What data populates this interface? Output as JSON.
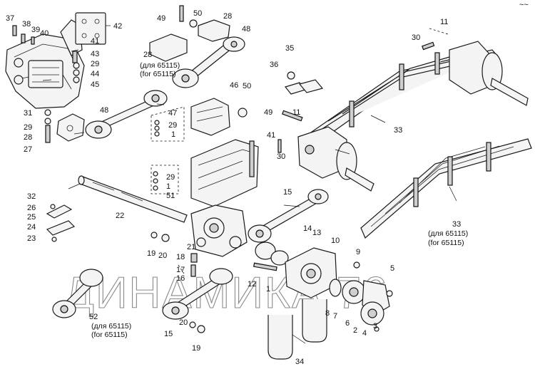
{
  "watermark": "ДИНАМИКА 76",
  "top_right_mark": "~~",
  "labels": [
    {
      "id": "n37",
      "text": "37"
    },
    {
      "id": "n38",
      "text": "38"
    },
    {
      "id": "n39",
      "text": "39"
    },
    {
      "id": "n40",
      "text": "40"
    },
    {
      "id": "n42",
      "text": "42"
    },
    {
      "id": "n41a",
      "text": "41"
    },
    {
      "id": "n43",
      "text": "43"
    },
    {
      "id": "n29a",
      "text": "29"
    },
    {
      "id": "n44",
      "text": "44"
    },
    {
      "id": "n45",
      "text": "45"
    },
    {
      "id": "n31",
      "text": "31"
    },
    {
      "id": "n29b",
      "text": "29"
    },
    {
      "id": "n28a",
      "text": "28"
    },
    {
      "id": "n27",
      "text": "27"
    },
    {
      "id": "n49a",
      "text": "49"
    },
    {
      "id": "n50a",
      "text": "50"
    },
    {
      "id": "n28b",
      "text": "28"
    },
    {
      "id": "n48a",
      "text": "48"
    },
    {
      "id": "n28c",
      "text": "28"
    },
    {
      "id": "n48b",
      "text": "48"
    },
    {
      "id": "n46",
      "text": "46"
    },
    {
      "id": "n50b",
      "text": "50"
    },
    {
      "id": "n47",
      "text": "47"
    },
    {
      "id": "n29c",
      "text": "29"
    },
    {
      "id": "n1a",
      "text": "1"
    },
    {
      "id": "n49b",
      "text": "49"
    },
    {
      "id": "n41b",
      "text": "41"
    },
    {
      "id": "n11a",
      "text": "11"
    },
    {
      "id": "n30a",
      "text": "30"
    },
    {
      "id": "n35",
      "text": "35"
    },
    {
      "id": "n36",
      "text": "36"
    },
    {
      "id": "n11b",
      "text": "11"
    },
    {
      "id": "n30b",
      "text": "30"
    },
    {
      "id": "n33a",
      "text": "33"
    },
    {
      "id": "n33b",
      "text": "33"
    },
    {
      "id": "n29d",
      "text": "29"
    },
    {
      "id": "n1b",
      "text": "1"
    },
    {
      "id": "n51",
      "text": "51"
    },
    {
      "id": "n22",
      "text": "22"
    },
    {
      "id": "n32",
      "text": "32"
    },
    {
      "id": "n26",
      "text": "26"
    },
    {
      "id": "n25",
      "text": "25"
    },
    {
      "id": "n24",
      "text": "24"
    },
    {
      "id": "n23",
      "text": "23"
    },
    {
      "id": "n15a",
      "text": "15"
    },
    {
      "id": "n14",
      "text": "14"
    },
    {
      "id": "n13",
      "text": "13"
    },
    {
      "id": "n10",
      "text": "10"
    },
    {
      "id": "n19a",
      "text": "19"
    },
    {
      "id": "n20a",
      "text": "20"
    },
    {
      "id": "n21",
      "text": "21"
    },
    {
      "id": "n18",
      "text": "18"
    },
    {
      "id": "n17",
      "text": "17"
    },
    {
      "id": "n16",
      "text": "16"
    },
    {
      "id": "n9",
      "text": "9"
    },
    {
      "id": "n5",
      "text": "5"
    },
    {
      "id": "n12",
      "text": "12"
    },
    {
      "id": "n1c",
      "text": "1"
    },
    {
      "id": "n8",
      "text": "8"
    },
    {
      "id": "n7",
      "text": "7"
    },
    {
      "id": "n6",
      "text": "6"
    },
    {
      "id": "n2",
      "text": "2"
    },
    {
      "id": "n4",
      "text": "4"
    },
    {
      "id": "n3",
      "text": "3"
    },
    {
      "id": "n52",
      "text": "52"
    },
    {
      "id": "n15b",
      "text": "15"
    },
    {
      "id": "n20b",
      "text": "20"
    },
    {
      "id": "n19b",
      "text": "19"
    },
    {
      "id": "n34",
      "text": "34"
    }
  ],
  "notes": {
    "note28_ru": "(для 65115)",
    "note28_en": "(for 65115)",
    "note33_ru": "(для 65115)",
    "note33_en": "(for 65115)",
    "note52_ru": "(для 65115)",
    "note52_en": "(for 65115)"
  }
}
